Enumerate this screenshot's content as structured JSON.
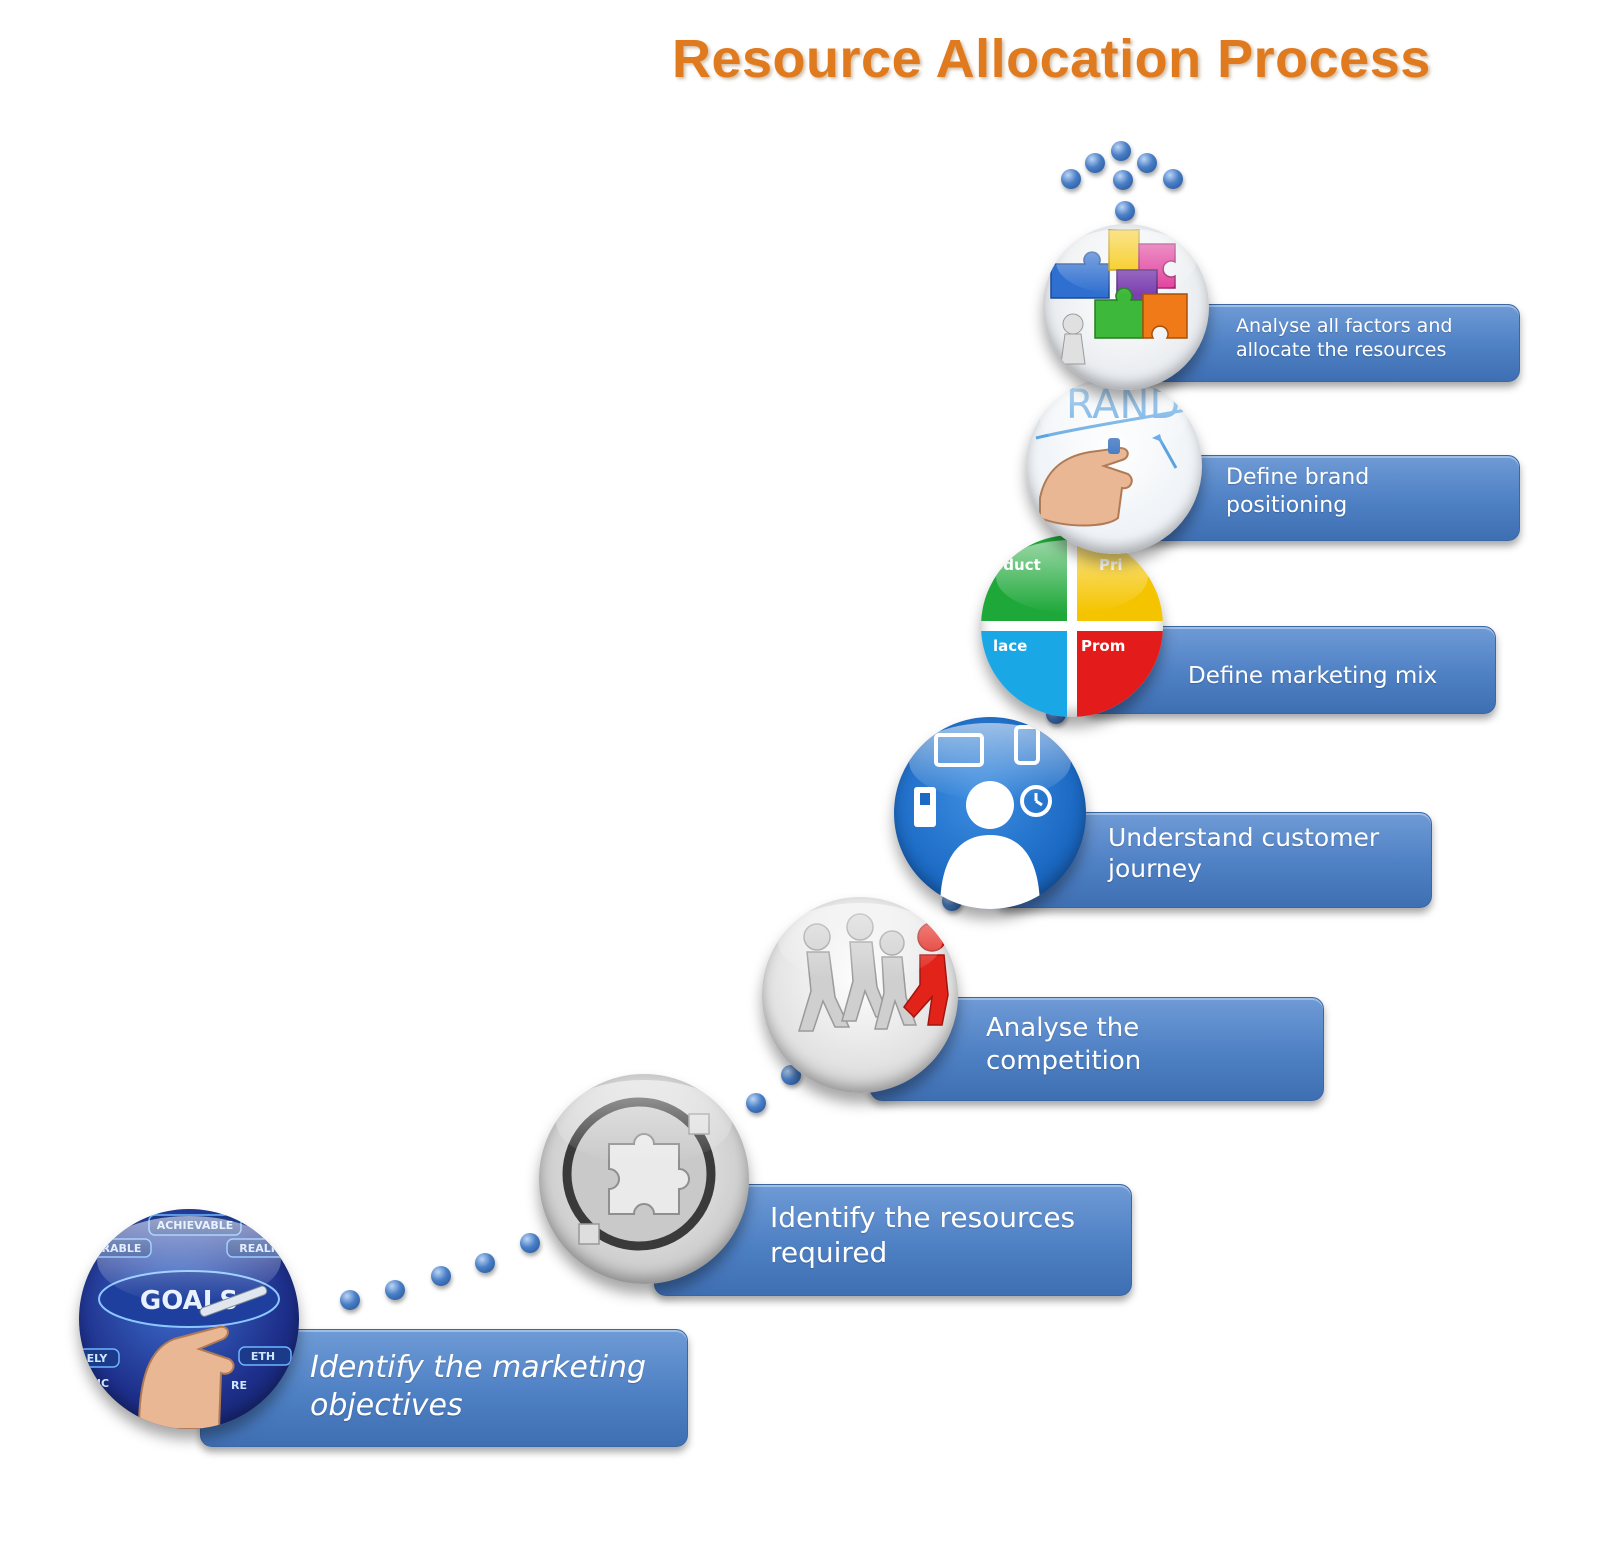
{
  "title": "Resource Allocation Process",
  "steps": [
    {
      "label": "Identify the marketing objectives",
      "icon": "goals-icon"
    },
    {
      "label": "Identify the resources required",
      "icon": "puzzle-magnifier-icon"
    },
    {
      "label": "Analyse the competition",
      "icon": "competition-runners-icon"
    },
    {
      "label": "Understand customer journey",
      "icon": "customer-devices-icon"
    },
    {
      "label": "Define marketing mix",
      "icon": "marketing-mix-icon"
    },
    {
      "label": "Define brand positioning",
      "icon": "brand-writing-icon"
    },
    {
      "label": "Analyse all factors and allocate the resources",
      "icon": "puzzle-pieces-icon"
    }
  ],
  "icon_text": {
    "goals": "GOALS",
    "achievable": "ACHIEVABLE",
    "measurable": "URABLE",
    "realistic": "REALIS",
    "timely": "ELY",
    "ethical": "ETH",
    "specific": "IC",
    "re": "RE",
    "mix_product": "oduct",
    "mix_price": "Pri",
    "mix_place": "lace",
    "mix_promotion": "Prom",
    "brand": "RAND"
  },
  "colors": {
    "title": "#e07a1f",
    "box": "#4e80c4",
    "dot": "#4a7fc6",
    "mix_green": "#1fa83a",
    "mix_yellow": "#f5c400",
    "mix_blue": "#1aa7e6",
    "mix_red": "#e41b1b"
  }
}
